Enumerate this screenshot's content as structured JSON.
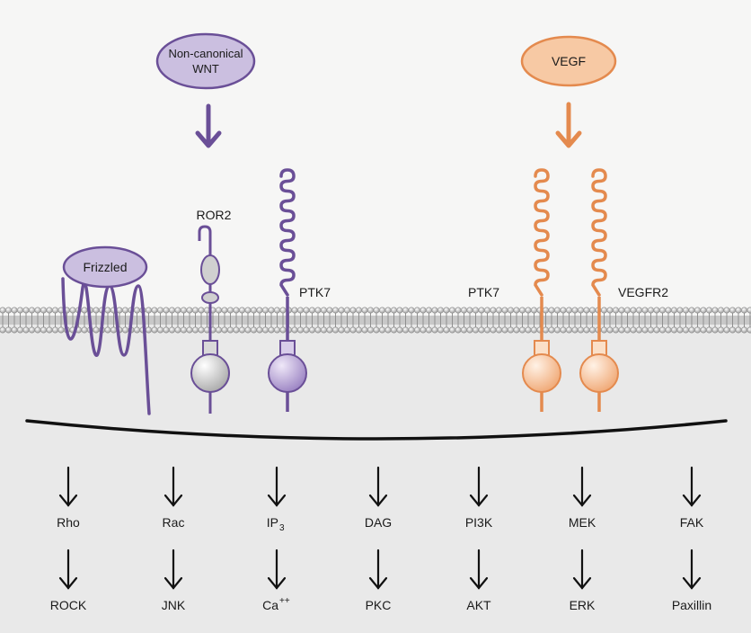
{
  "ligands": {
    "wnt_line1": "Non-canonical",
    "wnt_line2": "WNT",
    "vegf": "VEGF"
  },
  "receptors": {
    "frizzled": "Frizzled",
    "ror2": "ROR2",
    "ptk7_left": "PTK7",
    "ptk7_right": "PTK7",
    "vegfr2": "VEGFR2"
  },
  "pathway": {
    "upstream": [
      "Rho",
      "Rac",
      "IP",
      "DAG",
      "PI3K",
      "MEK",
      "FAK"
    ],
    "ip_subscript": "3",
    "downstream": [
      "ROCK",
      "JNK",
      "Ca",
      "PKC",
      "AKT",
      "ERK",
      "Paxillin"
    ],
    "ca_superscript": "++"
  },
  "colors": {
    "wnt_purple": "#6a4f97",
    "wnt_fill": "#cbbfe0",
    "vegf_orange": "#e48a4e",
    "vegf_fill": "#f7c9a4",
    "ror2_gray": "#bdbdbd",
    "membrane": "#9a9a9a",
    "cytoplasm": "#e9e9e9"
  }
}
